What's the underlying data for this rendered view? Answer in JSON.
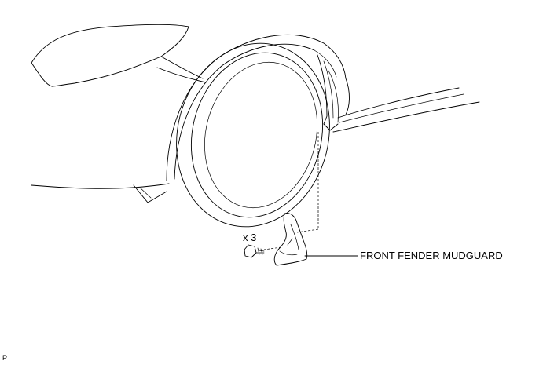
{
  "labels": {
    "part_name": "FRONT FENDER MUDGUARD",
    "quantity": "x 3",
    "reference_code": "P"
  },
  "colors": {
    "line": "#000000",
    "background": "#ffffff"
  }
}
